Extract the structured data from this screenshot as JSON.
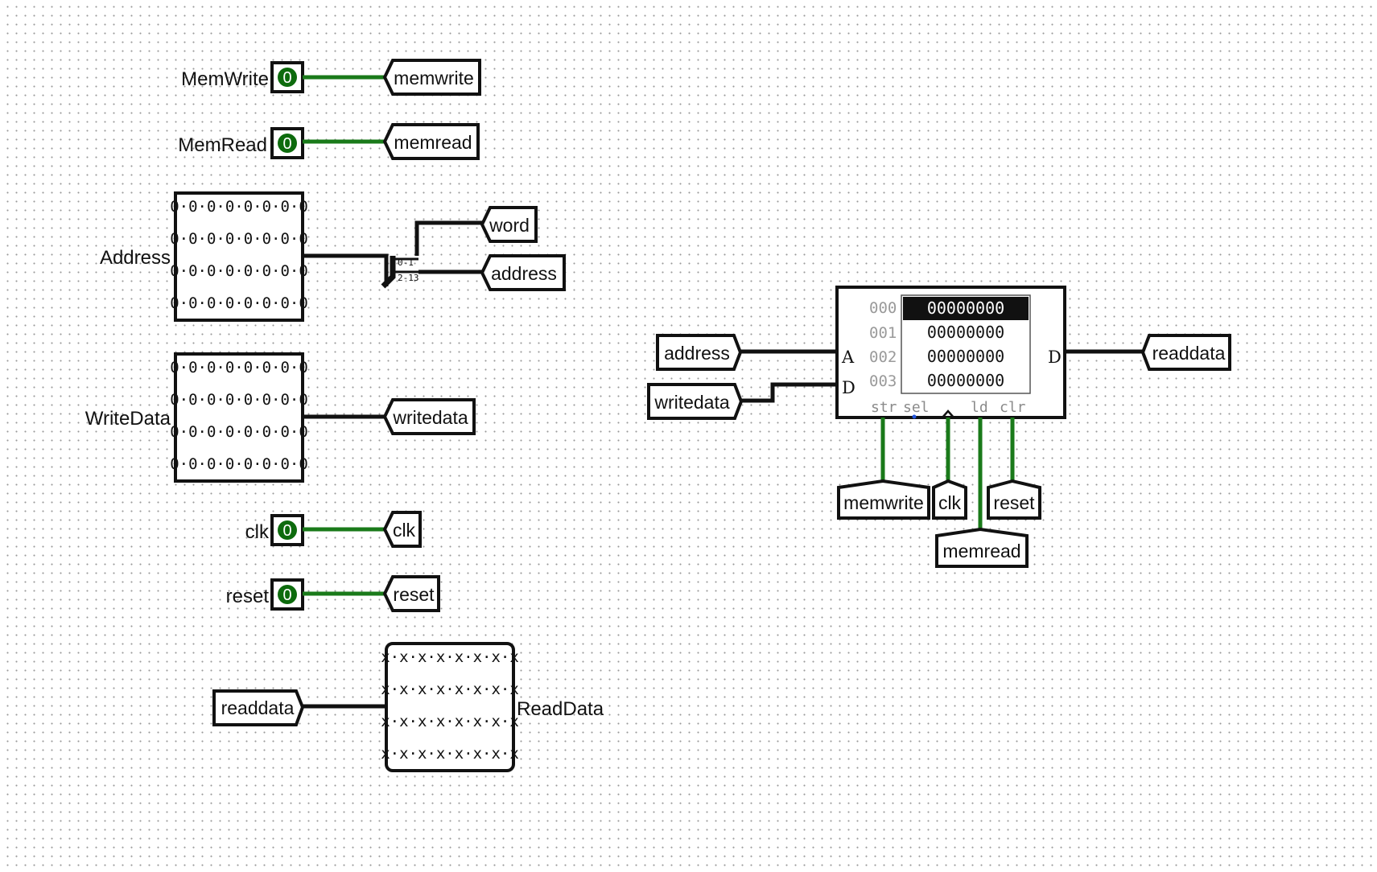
{
  "colors": {
    "wire_active": "#1a7a1a",
    "wire_bus": "#111111",
    "pin_fill": "#0d6b0d",
    "grid_dot": "#9a9a9a",
    "row_select": "#111111",
    "clock_tick": "#2255dd"
  },
  "left_pins": {
    "memwrite": {
      "label": "MemWrite",
      "value": "0",
      "tunnel": "memwrite"
    },
    "memread": {
      "label": "MemRead",
      "value": "0",
      "tunnel": "memread"
    },
    "clk": {
      "label": "clk",
      "value": "0",
      "tunnel": "clk"
    },
    "reset": {
      "label": "reset",
      "value": "0",
      "tunnel": "reset"
    }
  },
  "address": {
    "label": "Address",
    "rows": [
      "0·0·0·0·0·0·0·0",
      "0·0·0·0·0·0·0·0",
      "0·0·0·0·0·0·0·0",
      "0·0·0·0·0·0·0·0"
    ],
    "splitter_top": "0-1",
    "splitter_bottom": "2-13",
    "tunnel_word": "word",
    "tunnel_address": "address"
  },
  "writedata": {
    "label": "WriteData",
    "rows": [
      "0·0·0·0·0·0·0·0",
      "0·0·0·0·0·0·0·0",
      "0·0·0·0·0·0·0·0",
      "0·0·0·0·0·0·0·0"
    ],
    "tunnel": "writedata"
  },
  "readdata": {
    "label": "ReadData",
    "rows": [
      "x·x·x·x·x·x·x·x",
      "x·x·x·x·x·x·x·x",
      "x·x·x·x·x·x·x·x",
      "x·x·x·x·x·x·x·x"
    ],
    "tunnel": "readdata"
  },
  "ram": {
    "addresses": [
      "000",
      "001",
      "002",
      "003"
    ],
    "values": [
      "00000000",
      "00000000",
      "00000000",
      "00000000"
    ],
    "port_a": "A",
    "port_d_in": "D",
    "port_d_out": "D",
    "ctrl_str": "str",
    "ctrl_sel": "sel",
    "ctrl_ld": "ld",
    "ctrl_clr": "clr",
    "in_address": "address",
    "in_writedata": "writedata",
    "out_readdata": "readdata",
    "bottom_memwrite": "memwrite",
    "bottom_clk": "clk",
    "bottom_reset": "reset",
    "bottom_memread": "memread"
  }
}
